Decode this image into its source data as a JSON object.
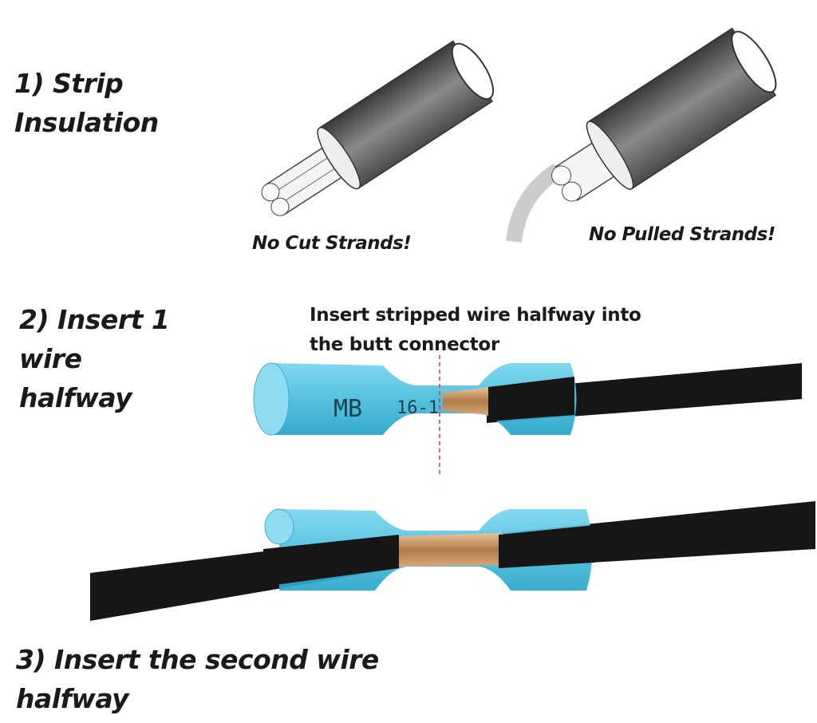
{
  "steps": [
    {
      "title_line1": "1) Strip",
      "title_line2": "Insulation"
    },
    {
      "title_line1": "2) Insert 1",
      "title_line2": "wire",
      "title_line3": "halfway"
    },
    {
      "title_line1": "3) Insert the second wire",
      "title_line2": "halfway"
    }
  ],
  "notes": {
    "no_cut": "No Cut Strands!",
    "no_pulled": "No Pulled Strands!"
  },
  "caption": {
    "line1": "Insert stripped wire halfway into",
    "line2": "the butt connector"
  },
  "connector": {
    "brand_mark": "MB",
    "gauge_mark": "16-1",
    "color": "#5cc6e0"
  },
  "colors": {
    "cable": "#161616",
    "copper": "#c9966a",
    "guide_line": "#e0303a"
  }
}
